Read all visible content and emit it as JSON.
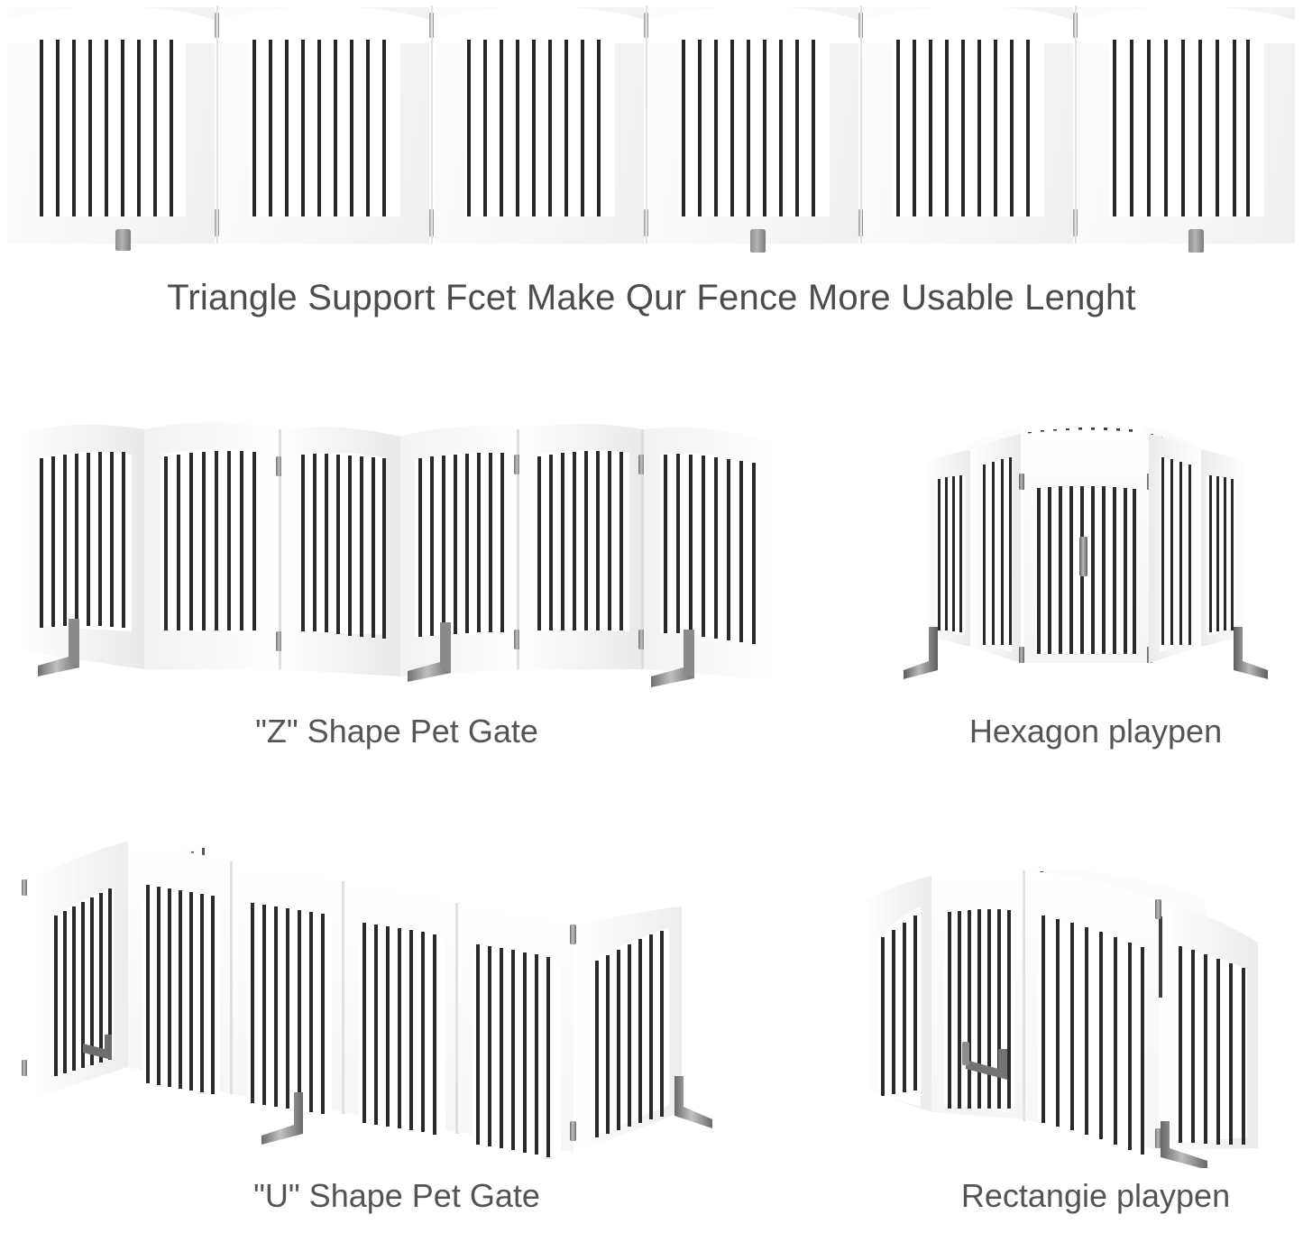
{
  "page": {
    "background_color": "#ffffff",
    "text_color": "#4c4c4c",
    "accent_color": "#262626",
    "hardware_color": "#9a9a9a"
  },
  "sections": [
    {
      "id": "top-strip",
      "caption": "Triangle Support Fcet Make Qur Fence More Usable Lenght",
      "panel_count": 6,
      "description": "flat six-panel wooden pet fence viewed straight on with triangle support feet"
    },
    {
      "id": "z-shape-gate",
      "caption": "\"Z\" Shape Pet Gate",
      "panel_count": 6,
      "description": "six panels folded in a zigzag Z configuration"
    },
    {
      "id": "hexagon-playpen",
      "caption": "Hexagon playpen",
      "panel_count": 6,
      "description": "six panels joined into a closed hexagon playpen with gate latch"
    },
    {
      "id": "u-shape-gate",
      "caption": "\"U\" Shape Pet Gate",
      "panel_count": 6,
      "description": "six panels folded into a U configuration"
    },
    {
      "id": "rectangle-playpen",
      "caption": "Rectangie playpen",
      "panel_count": 6,
      "description": "six panels joined into a closed rectangular playpen"
    }
  ],
  "captions": {
    "main": "Triangle Support Fcet Make Qur Fence More Usable Lenght",
    "z_shape": "\"Z\" Shape Pet Gate",
    "hexagon": "Hexagon playpen",
    "u_shape": "\"U\" Shape Pet Gate",
    "rectangle": "Rectangie playpen"
  },
  "product": {
    "material_finish": "white wood",
    "slat_color": "#262626",
    "frame_color": "#fdfdfd",
    "foot_type": "triangle support feet"
  }
}
